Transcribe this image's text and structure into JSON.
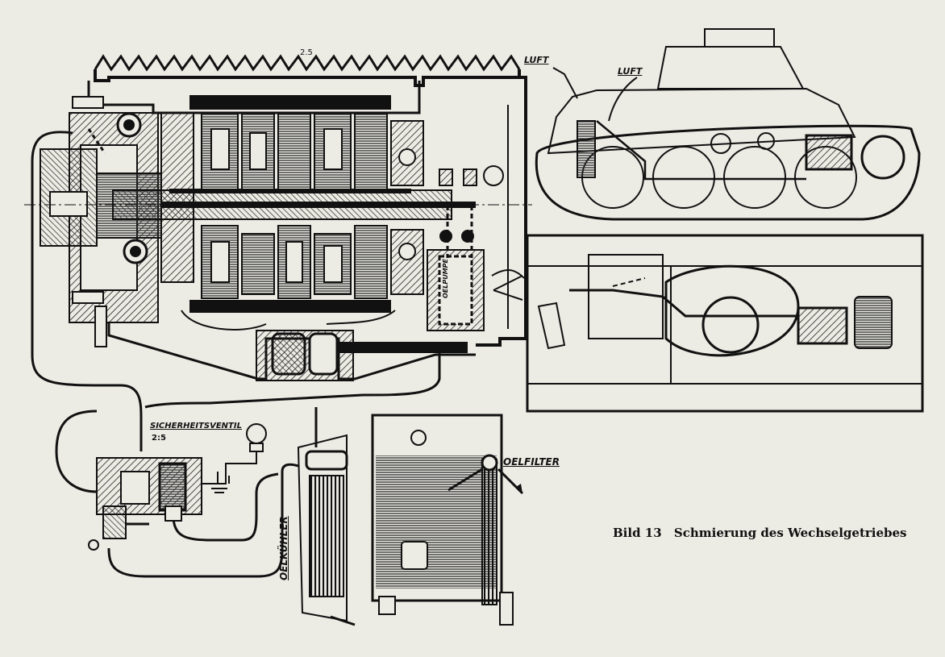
{
  "labels": {
    "scale_top": "2.5",
    "luft_left": "LUFT",
    "luft_right": "LUFT",
    "sicherheitsventil": "SICHERHEITSVENTIL",
    "scale_valve": "2:5",
    "oelfilter": "OELFILTER",
    "oelkuehler": "OELKÜHLER",
    "oelpumpe": "OELPUMPE"
  },
  "caption": {
    "figure": "Bild 13",
    "text": "Schmierung des Wechselgetriebes"
  },
  "colors": {
    "paper": "#ecebe4",
    "ink": "#111111",
    "hatch": "#333333"
  }
}
